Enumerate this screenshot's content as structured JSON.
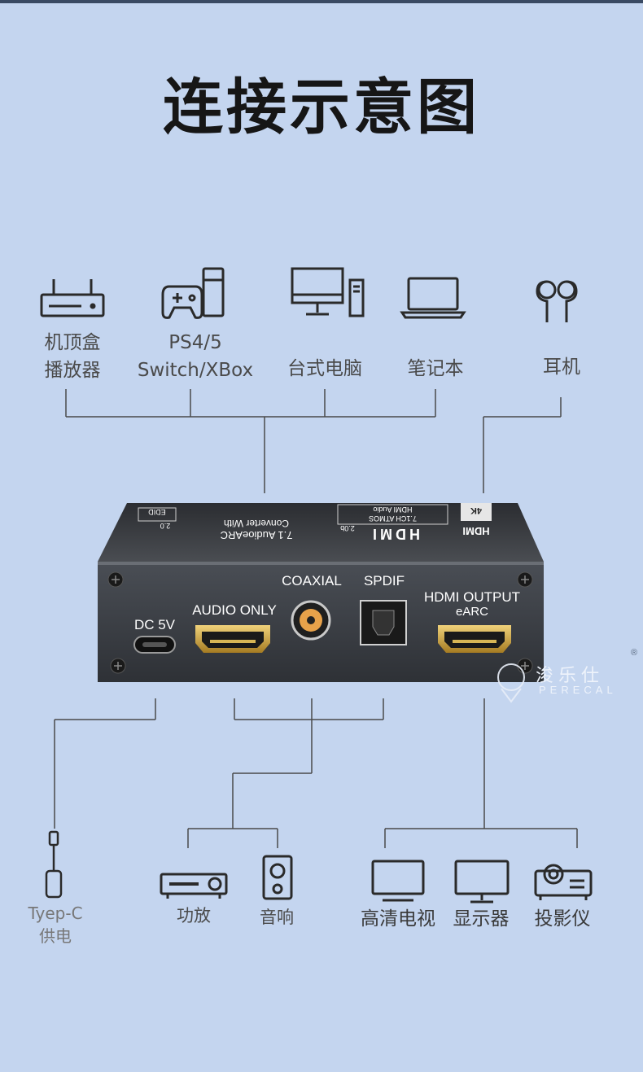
{
  "title": "连接示意图",
  "top_devices": [
    {
      "name": "set-top-box",
      "line1": "机顶盒",
      "line2": "播放器",
      "icon": "router-icon"
    },
    {
      "name": "game-console",
      "line1": "PS4/5",
      "line2": "Switch/XBox",
      "icon": "gamepad-icon"
    },
    {
      "name": "desktop-pc",
      "line1": "台式电脑",
      "line2": "",
      "icon": "desktop-computer-icon"
    },
    {
      "name": "laptop",
      "line1": "笔记本",
      "line2": "",
      "icon": "laptop-icon"
    },
    {
      "name": "earphones",
      "line1": "耳机",
      "line2": "",
      "icon": "earbuds-icon"
    }
  ],
  "device": {
    "ports": {
      "dc": "DC 5V",
      "audio_only": "AUDIO ONLY",
      "coaxial": "COAXIAL",
      "spdif": "SPDIF",
      "hdmi_output": "HDMI OUTPUT",
      "earc": "eARC"
    },
    "top_text": {
      "hdmi": "HDMI",
      "version": "2.0b",
      "line1": "Converter With",
      "line2": "7.1 AudioeARC",
      "box1_line1": "HDMI Audio",
      "box1_line2": "7.1CH ATMOS",
      "edid": "EDID",
      "edid_val": "2.0",
      "badge_4k": "4K"
    }
  },
  "bottom_devices": [
    {
      "name": "type-c-power",
      "line1": "Tyep-C",
      "line2": "供电",
      "icon": "usb-c-cable-icon"
    },
    {
      "name": "amplifier",
      "line1": "功放",
      "line2": "",
      "icon": "amplifier-icon"
    },
    {
      "name": "speaker",
      "line1": "音响",
      "line2": "",
      "icon": "speaker-icon"
    },
    {
      "name": "hd-tv",
      "line1": "高清电视",
      "line2": "",
      "icon": "tv-icon"
    },
    {
      "name": "monitor",
      "line1": "显示器",
      "line2": "",
      "icon": "monitor-icon"
    },
    {
      "name": "projector",
      "line1": "投影仪",
      "line2": "",
      "icon": "projector-icon"
    }
  ],
  "watermark": {
    "cn": "浚乐仕",
    "en": "PERECAL",
    "mark": "®"
  },
  "colors": {
    "background": "#c4d5ef",
    "line": "#4a4a4a",
    "device_body": "#3a3d42",
    "port_gold": "#c9a23a",
    "coax_orange": "#e8a24a"
  }
}
